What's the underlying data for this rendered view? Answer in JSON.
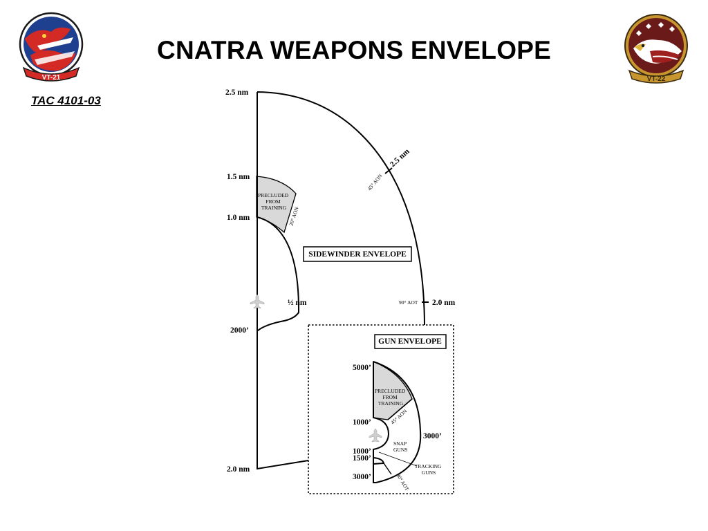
{
  "slide": {
    "title": "CNATRA WEAPONS ENVELOPE",
    "doc_id": "TAC 4101-03",
    "logo_left_text": "VT-21",
    "logo_right_text": "VT-22"
  },
  "colors": {
    "shade": "#d9d9d9",
    "line": "#000000",
    "vt21_red": "#d42a25",
    "vt21_blue": "#1f3f8f",
    "vt22_maroon": "#6b1a1a",
    "vt22_gold": "#c8962e"
  },
  "sidewinder": {
    "box_label": "SIDEWINDER ENVELOPE",
    "range_labels": {
      "r2_5_top": "2.5 nm",
      "r1_5": "1.5 nm",
      "r1_0": "1.0 nm",
      "r_half": "½ nm",
      "r2000": "2000’",
      "r2_0_bottom": "2.0 nm",
      "r2_0_right": "2.0 nm",
      "r2_5_diag": "2.5 nm"
    },
    "angle_labels": {
      "aon45": "45° AON",
      "aon20": "20° AON",
      "aot90": "90° AOT"
    },
    "precluded": [
      "PRECLUDED",
      "FROM",
      "TRAINING"
    ]
  },
  "gun": {
    "box_label": "GUN ENVELOPE",
    "range_labels": {
      "r5000": "5000’",
      "r1000_upper": "1000’",
      "r3000_right": "3000’",
      "r1000_lower": "1000’",
      "r1500": "1500’",
      "r3000_bottom": "3000’"
    },
    "angle_labels": {
      "aon45": "45° AON",
      "aot30": "30° AOT"
    },
    "precluded": [
      "PRECLUDED",
      "FROM",
      "TRAINING"
    ],
    "snap": [
      "SNAP",
      "GUNS"
    ],
    "tracking": [
      "TRACKING",
      "GUNS"
    ]
  }
}
